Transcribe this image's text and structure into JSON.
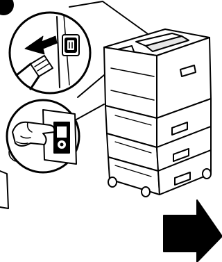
{
  "step": {
    "number": ""
  },
  "illustration": {
    "subject": "printer-power-connection",
    "parts": [
      "power-cord-plug",
      "power-inlet",
      "power-switch",
      "printer",
      "next-arrow"
    ]
  },
  "colors": {
    "ink": "#000000",
    "paper": "#ffffff",
    "shade": "#e6e6e6"
  }
}
